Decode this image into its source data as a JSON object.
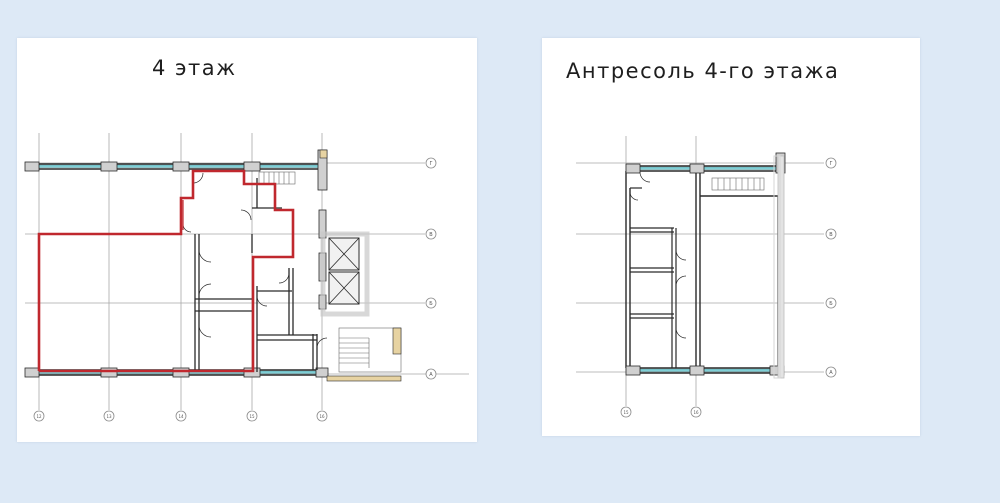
{
  "plans": {
    "floor4": {
      "title": "4 этаж",
      "row_axes": [
        "Г",
        "В",
        "Б",
        "А"
      ],
      "col_axes": [
        "12",
        "13",
        "14",
        "15",
        "16"
      ]
    },
    "mezzanine": {
      "title": "Антресоль 4-го этажа",
      "row_axes": [
        "Г",
        "В",
        "Б",
        "А"
      ],
      "col_axes": [
        "15",
        "16"
      ]
    }
  },
  "colors": {
    "background": "#dde9f6",
    "rental_area_outline": "#c0282e",
    "walls": "#2a2a2a",
    "glazing": "#7fcfd6",
    "grid_lines": "#a8a8a8"
  }
}
